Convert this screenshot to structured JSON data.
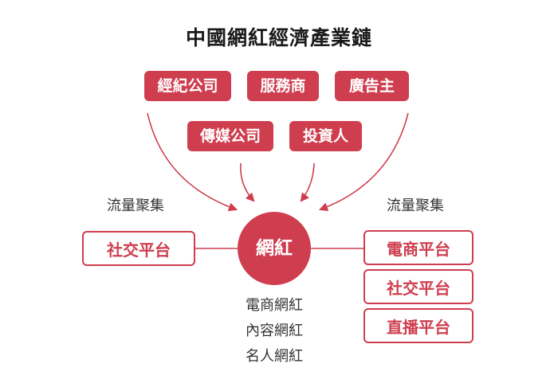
{
  "title": "中國網紅經濟產業鏈",
  "top_nodes": [
    "經紀公司",
    "服務商",
    "廣告主"
  ],
  "middle_nodes": [
    "傳媒公司",
    "投資人"
  ],
  "center": "網紅",
  "left_label": "流量聚集",
  "right_label": "流量聚集",
  "left_platform": "社交平台",
  "right_platforms": [
    "電商平台",
    "社交平台",
    "直播平台"
  ],
  "influencer_types": [
    "電商網紅",
    "內容網紅",
    "名人網紅"
  ],
  "colors": {
    "accent": "#cf3e4f"
  }
}
